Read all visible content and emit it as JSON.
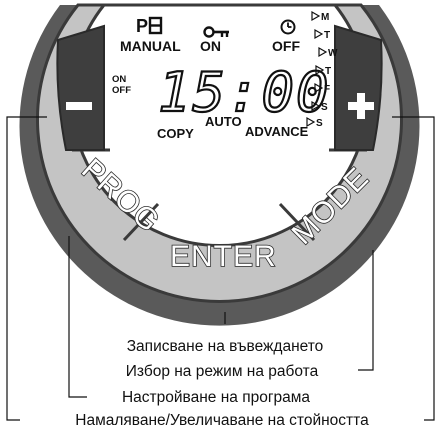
{
  "lcd": {
    "program_label": "P",
    "program_digit": "8",
    "manual": "MANUAL",
    "on": "ON",
    "off": "OFF",
    "on_side": "ON",
    "off_side": "OFF",
    "time": "15:00",
    "copy": "COPY",
    "auto": "AUTO",
    "advance": "ADVANCE",
    "days": [
      "M",
      "T",
      "W",
      "T",
      "F",
      "S",
      "S"
    ]
  },
  "buttons": {
    "minus": "−",
    "plus": "+",
    "prog": "PROG",
    "enter": "ENTER",
    "mode": "MODE"
  },
  "captions": {
    "enter": "Записване на въвеждането",
    "mode": "Избор на режим на работа",
    "prog": "Настройване на програма",
    "plus_minus": "Намаляване/Увеличаване на стойността"
  },
  "colors": {
    "ring": "#5a5a5a",
    "button_fill": "#bcbcbc",
    "side_button": "#3e3e3e",
    "face": "#ffffff"
  }
}
